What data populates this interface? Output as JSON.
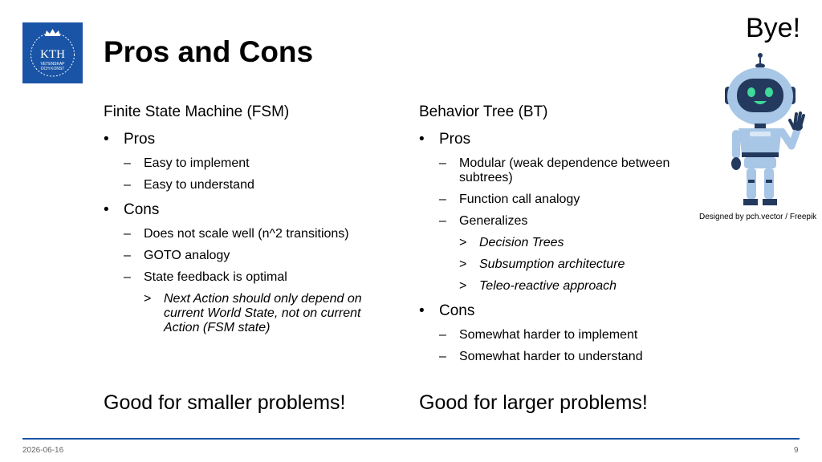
{
  "logo": {
    "line1": "KTH",
    "line2": "VETENSKAP",
    "line3": "OCH KONST"
  },
  "slide": {
    "title": "Pros and Cons",
    "bye": "Bye!",
    "credit": "Designed by pch.vector / Freepik"
  },
  "left": {
    "heading": "Finite State Machine (FSM)",
    "pros_label": "Pros",
    "pros": [
      "Easy to implement",
      "Easy to understand"
    ],
    "cons_label": "Cons",
    "cons": [
      "Does not scale well (n^2 transitions)",
      "GOTO analogy",
      "State feedback is optimal"
    ],
    "cons_sub": [
      "Next Action should only depend on current World State, not on current Action (FSM state)"
    ],
    "closing": "Good for smaller problems!"
  },
  "right": {
    "heading": "Behavior Tree (BT)",
    "pros_label": "Pros",
    "pros": [
      "Modular (weak dependence between subtrees)",
      "Function call analogy",
      "Generalizes"
    ],
    "pros_sub": [
      "Decision Trees",
      "Subsumption architecture",
      "Teleo-reactive approach"
    ],
    "cons_label": "Cons",
    "cons": [
      "Somewhat harder to implement",
      "Somewhat harder to understand"
    ],
    "closing": "Good for larger problems!"
  },
  "markers": {
    "bullet": "•",
    "dash": "–",
    "arrow": ">"
  },
  "footer": {
    "date": "2026-06-16",
    "page": "9"
  },
  "colors": {
    "brand": "#1954a6",
    "robot_body": "#a8c6e6",
    "robot_face": "#23395d",
    "robot_eyes": "#3fd99a"
  }
}
